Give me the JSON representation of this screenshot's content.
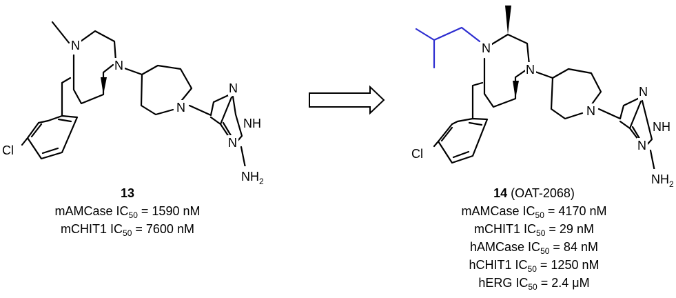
{
  "compound_13": {
    "number": "13",
    "atoms": {
      "N_methyl": "N",
      "N_aryl": "N",
      "N_pip": "N",
      "N_tri1": "N",
      "NH": "NH",
      "N_tri3": "N",
      "Cl": "Cl",
      "NH2_base": "NH",
      "NH2_sub": "2"
    },
    "activities": [
      {
        "target": "mAMCase IC",
        "sub": "50",
        "value": " = 1590 nM"
      },
      {
        "target": "mCHIT1 IC",
        "sub": "50",
        "value": " = 7600 nM"
      }
    ]
  },
  "compound_14": {
    "number": "14",
    "name": " (OAT-2068)",
    "atoms": {
      "N_isobutyl": "N",
      "N_aryl": "N",
      "N_pip": "N",
      "N_tri1": "N",
      "NH": "NH",
      "N_tri3": "N",
      "Cl": "Cl",
      "NH2_base": "NH",
      "NH2_sub": "2"
    },
    "activities": [
      {
        "target": "mAMCase IC",
        "sub": "50",
        "value": " = 4170 nM"
      },
      {
        "target": "mCHIT1 IC",
        "sub": "50",
        "value": " = 29 nM"
      },
      {
        "target": "hAMCase IC",
        "sub": "50",
        "value": " = 84 nM"
      },
      {
        "target": "hCHIT1 IC",
        "sub": "50",
        "value": " = 1250 nM"
      },
      {
        "target": "hERG IC",
        "sub": "50",
        "value": " = 2.4 μM"
      }
    ]
  },
  "colors": {
    "bond": "#000000",
    "highlight": "#2d2dd0",
    "background": "#ffffff"
  }
}
